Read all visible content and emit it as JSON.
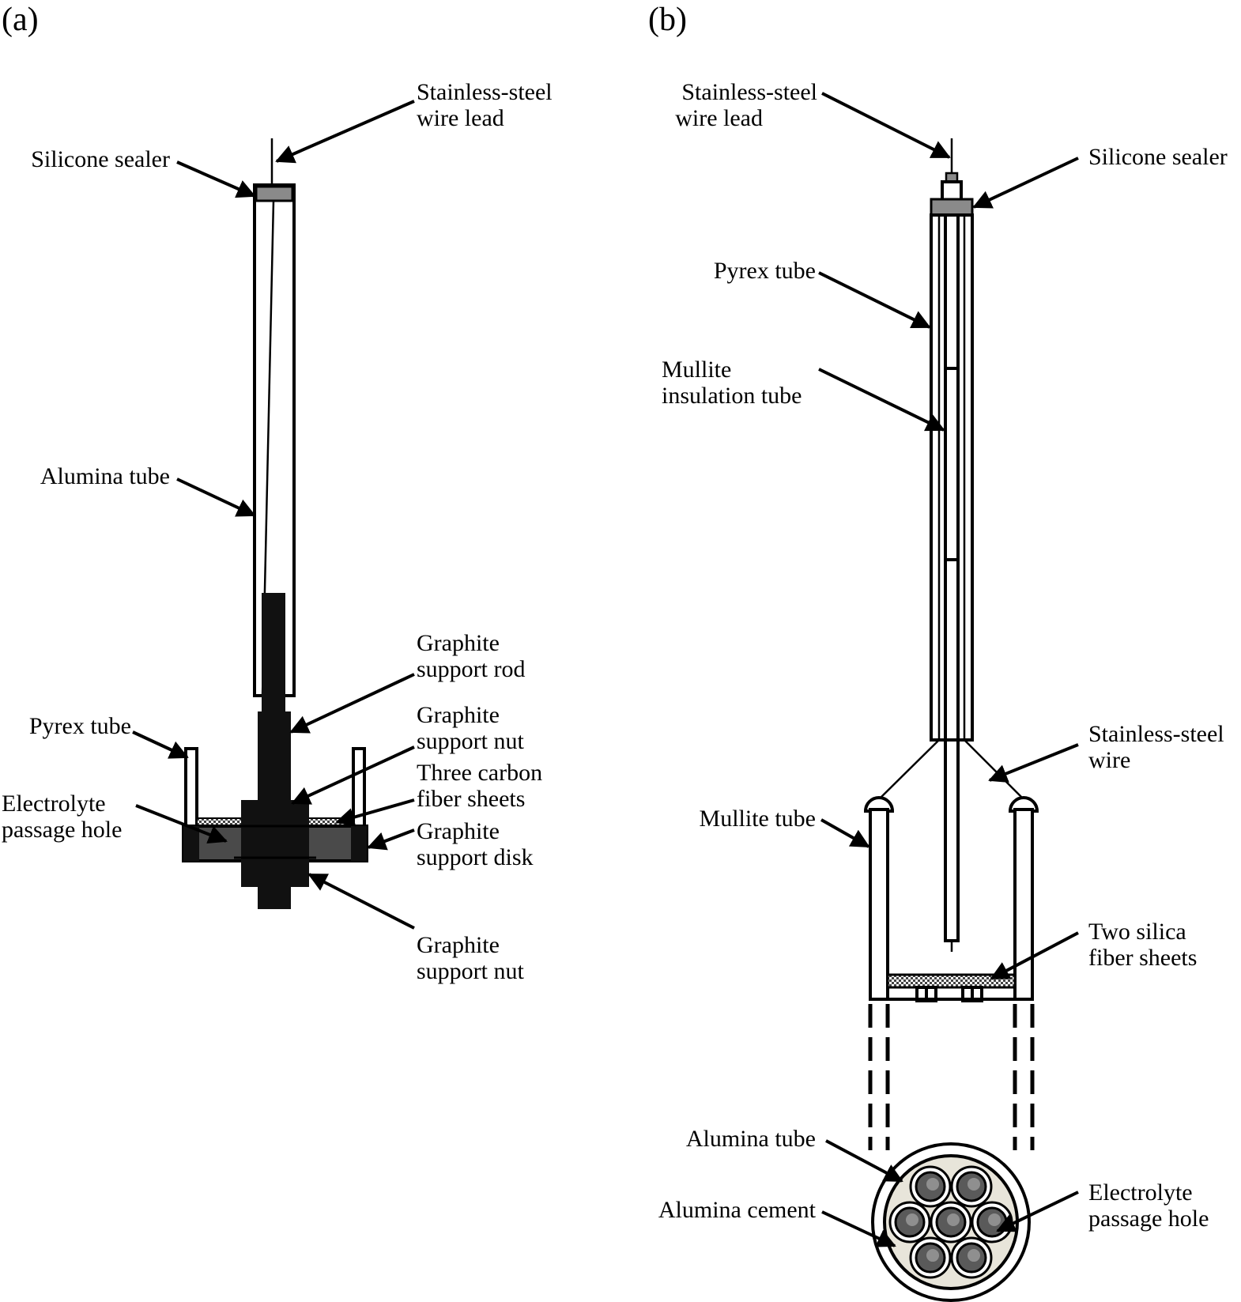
{
  "panels": {
    "a": {
      "label": "(a)",
      "labels": {
        "wire_lead": [
          "Stainless-steel",
          "wire lead"
        ],
        "silicone_sealer": [
          "Silicone sealer"
        ],
        "alumina_tube": [
          "Alumina tube"
        ],
        "graphite_rod": [
          "Graphite",
          "support rod"
        ],
        "graphite_nut_upper": [
          "Graphite",
          "support nut"
        ],
        "pyrex_tube": [
          "Pyrex tube"
        ],
        "carbon_fiber": [
          "Three carbon",
          "fiber sheets"
        ],
        "electrolyte_hole": [
          "Electrolyte",
          "passage hole"
        ],
        "graphite_disk": [
          "Graphite",
          "support disk"
        ],
        "graphite_nut_lower": [
          "Graphite",
          "support nut"
        ]
      }
    },
    "b": {
      "label": "(b)",
      "labels": {
        "wire_lead": [
          "Stainless-steel",
          "wire lead"
        ],
        "silicone_sealer": [
          "Silicone sealer"
        ],
        "pyrex_tube": [
          "Pyrex tube"
        ],
        "mullite_insulation": [
          "Mullite",
          "insulation tube"
        ],
        "ss_wire": [
          "Stainless-steel",
          "wire"
        ],
        "mullite_tube": [
          "Mullite tube"
        ],
        "silica_fiber": [
          "Two silica",
          "fiber sheets"
        ],
        "alumina_tube": [
          "Alumina tube"
        ],
        "alumina_cement": [
          "Alumina cement"
        ],
        "electrolyte_hole": [
          "Electrolyte",
          "passage hole"
        ]
      }
    }
  },
  "colors": {
    "line": "#000000",
    "graphite": "#111111",
    "disk_gray": "#4a4a4a",
    "sealer_gray": "#8a8a8a",
    "tube_gray": "#5a5a5a",
    "cement": "#e8e5da"
  }
}
